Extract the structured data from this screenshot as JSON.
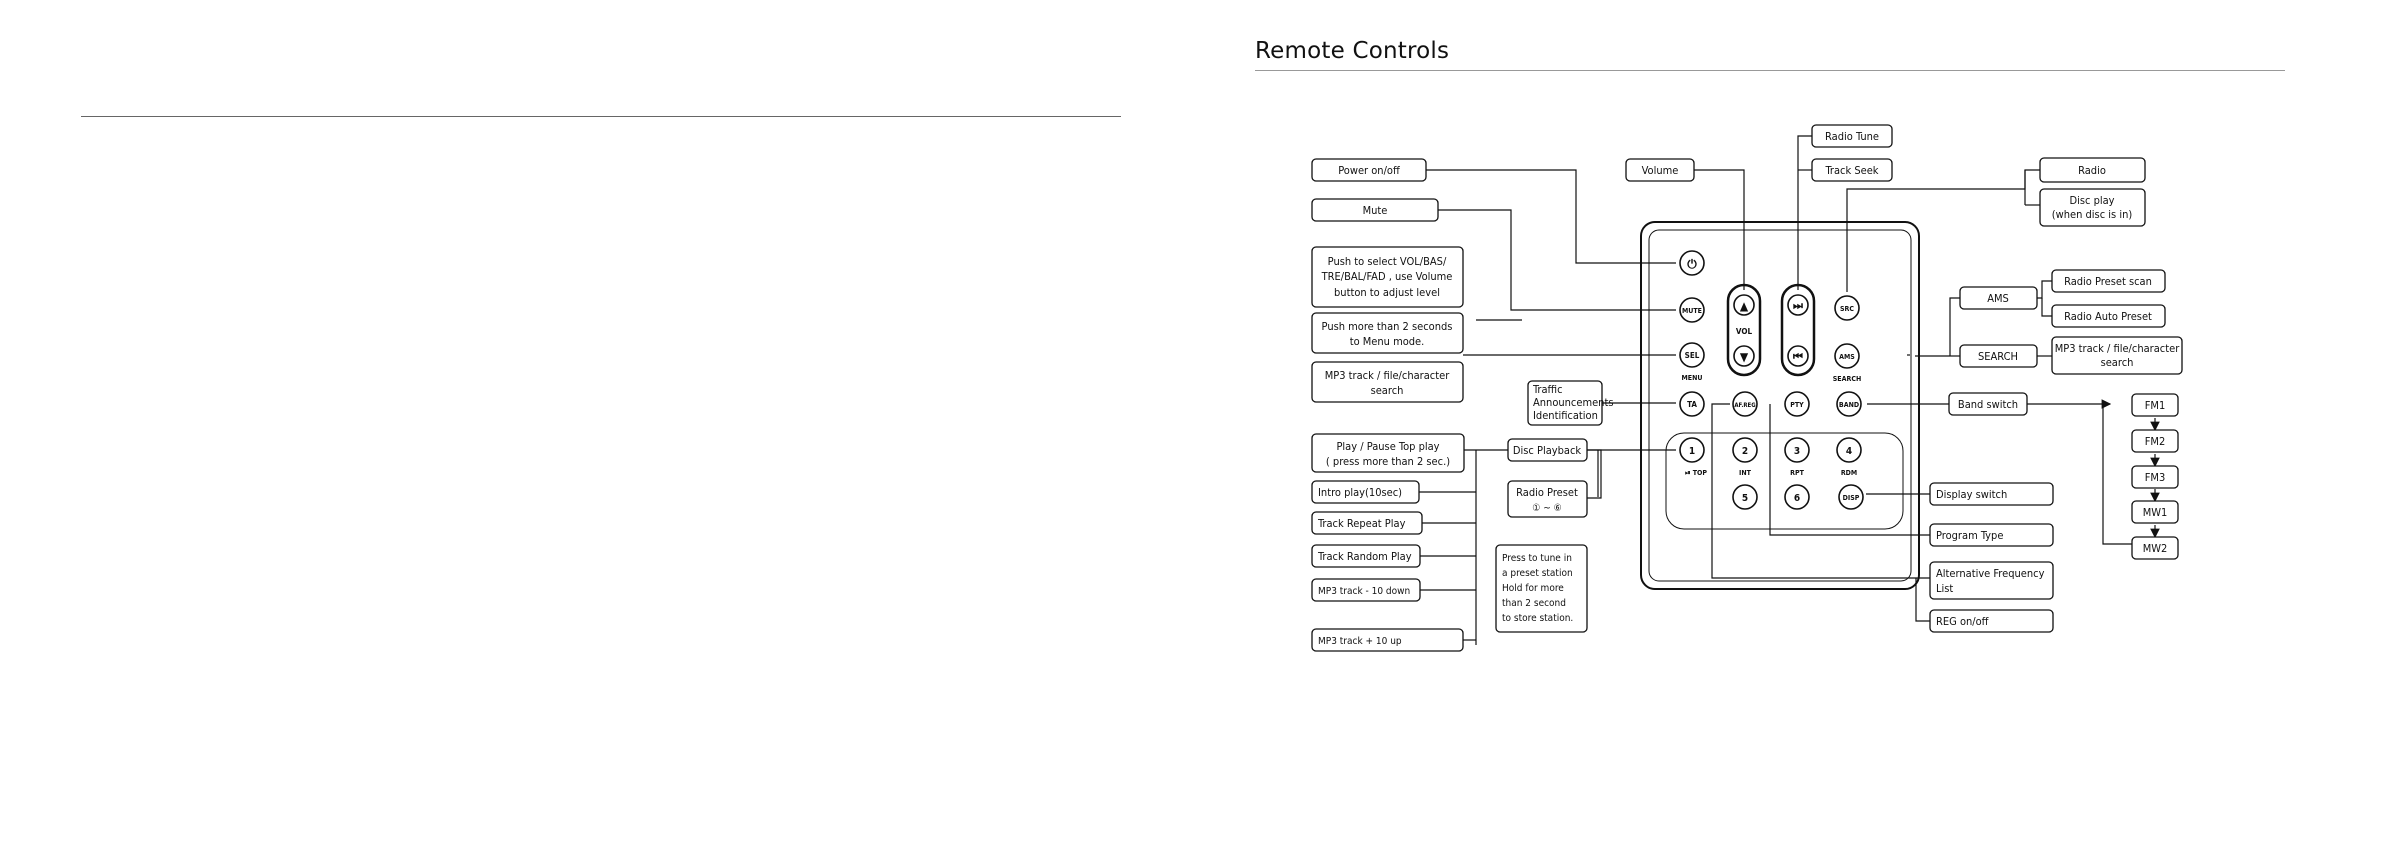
{
  "page": {
    "title": "Remote Controls"
  },
  "remote_buttons": {
    "power": "⏻",
    "mute": "MUTE",
    "sel": "SEL",
    "menu": "MENU",
    "vol_up": "▲",
    "vol": "VOL",
    "vol_down": "▼",
    "seek_next": "⏭",
    "seek_prev": "⏮",
    "src": "SRC",
    "ams": "AMS",
    "search": "SEARCH",
    "ta": "TA",
    "afreg": "AF.REG",
    "pty": "PTY",
    "band": "BAND",
    "p1": "1",
    "p2": "2",
    "p3": "3",
    "p4": "4",
    "p5": "5",
    "p6": "6",
    "disp": "DISP",
    "top": "⏯ TOP",
    "int": "INT",
    "rpt": "RPT",
    "rdm": "RDM"
  },
  "labels": {
    "power_onoff": "Power on/off",
    "mute": "Mute",
    "vol_select": [
      "Push to select VOL/BAS/",
      "TRE/BAL/FAD , use Volume",
      "button to adjust level"
    ],
    "menu_mode": [
      "Push more than 2 seconds",
      "to Menu mode."
    ],
    "mp3_search_left": [
      "MP3 track / file/character",
      "search"
    ],
    "volume": "Volume",
    "radio_tune": "Radio Tune",
    "track_seek": "Track Seek",
    "radio": "Radio",
    "disc_play": [
      "Disc play",
      "(when disc is in)"
    ],
    "ams": "AMS",
    "radio_preset_scan": "Radio Preset scan",
    "radio_auto_preset": "Radio Auto Preset",
    "search": "SEARCH",
    "mp3_search_right": [
      "MP3 track / file/character",
      "search"
    ],
    "traffic": [
      "Traffic",
      "Announcements",
      "Identification"
    ],
    "band_switch": "Band switch",
    "fm1": "FM1",
    "fm2": "FM2",
    "fm3": "FM3",
    "mw1": "MW1",
    "mw2": "MW2",
    "play_pause": [
      "Play / Pause Top play",
      "( press more than 2 sec.)"
    ],
    "disc_playback": "Disc Playback",
    "radio_preset": "Radio Preset",
    "radio_preset_range": "① ~ ⑥",
    "intro_play": "Intro play(10sec)",
    "track_repeat": "Track Repeat Play",
    "track_random": "Track Random Play",
    "mp3_down": "MP3 track - 10 down",
    "mp3_up": "MP3 track + 10 up",
    "press_to_tune": [
      "Press to tune in",
      "a preset station",
      "Hold for more",
      "than 2 second",
      "to store station."
    ],
    "display_switch": "Display switch",
    "program_type": "Program Type",
    "alt_freq": [
      "Alternative Frequency",
      "List"
    ],
    "reg_onoff": "REG on/off"
  }
}
